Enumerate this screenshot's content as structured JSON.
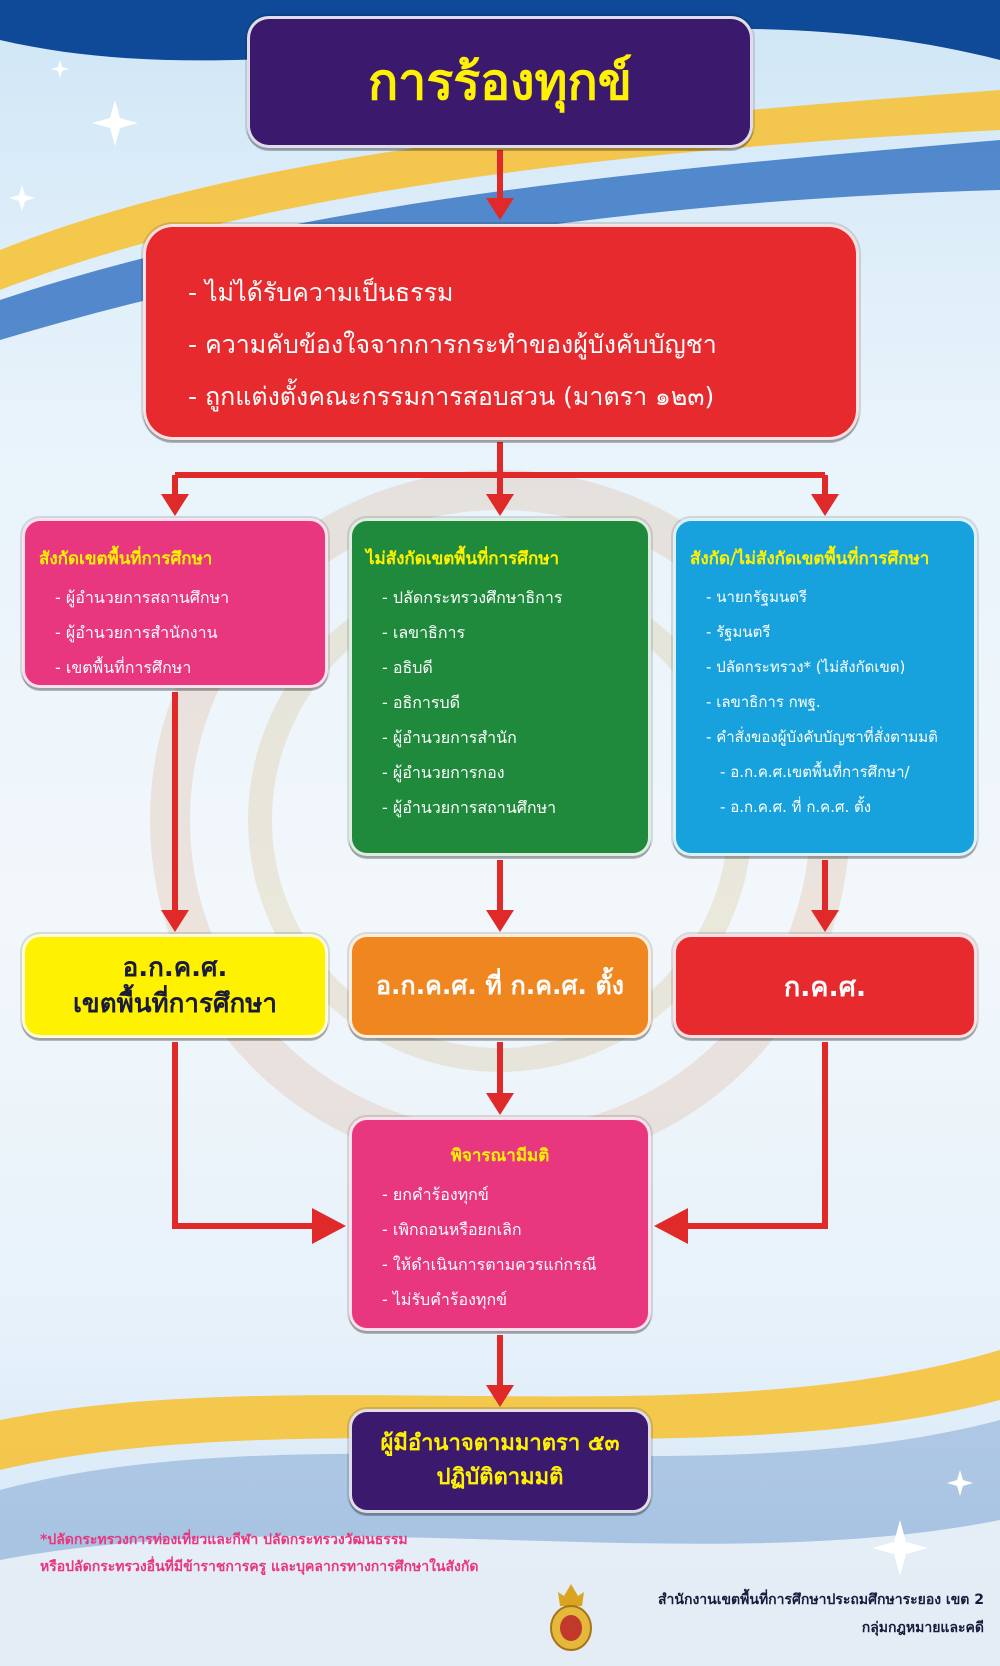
{
  "title": "การร้องทุกข์",
  "grounds": [
    "ไม่ได้รับความเป็นธรรม",
    "ความคับข้องใจจากการกระทำของผู้บังคับบัญชา",
    "ถูกแต่งตั้งคณะกรรมการสอบสวน (มาตรา ๑๒๓)"
  ],
  "branches": [
    {
      "heading": "สังกัดเขตพื้นที่การศึกษา",
      "items": [
        "ผู้อำนวยการสถานศึกษา",
        "ผู้อำนวยการสำนักงาน",
        "เขตพื้นที่การศึกษา"
      ]
    },
    {
      "heading": "ไม่สังกัดเขตพื้นที่การศึกษา",
      "items": [
        "ปลัดกระทรวงศึกษาธิการ",
        "เลขาธิการ",
        "อธิบดี",
        "อธิการบดี",
        "ผู้อำนวยการสำนัก",
        "ผู้อำนวยการกอง",
        "ผู้อำนวยการสถานศึกษา"
      ]
    },
    {
      "heading": "สังกัด/ไม่สังกัดเขตพื้นที่การศึกษา",
      "items": [
        "นายกรัฐมนตรี",
        "รัฐมนตรี",
        "ปลัดกระทรวง* (ไม่สังกัดเขต)",
        "เลขาธิการ กพฐ.",
        "คำสั่งของผู้บังคับบัญชาที่สั่งตามมติ",
        "อ.ก.ค.ศ.เขตพื้นที่การศึกษา/",
        "อ.ก.ค.ศ. ที่ ก.ค.ศ. ตั้ง"
      ]
    }
  ],
  "committees": [
    {
      "line1": "อ.ก.ค.ศ.",
      "line2": "เขตพื้นที่การศึกษา"
    },
    {
      "line1": "อ.ก.ค.ศ. ที่ ก.ค.ศ. ตั้ง"
    },
    {
      "line1": "ก.ค.ศ."
    }
  ],
  "decision": {
    "heading": "พิจารณามีมติ",
    "items": [
      "ยกคำร้องทุกข์",
      "เพิกถอนหรือยกเลิก",
      "ให้ดำเนินการตามควรแก่กรณี",
      "ไม่รับคำร้องทุกข์"
    ]
  },
  "final": {
    "line1": "ผู้มีอำนาจตามมาตรา ๕๓",
    "line2": "ปฏิบัติตามมติ"
  },
  "footnote": {
    "line1": "*ปลัดกระทรวงการท่องเที่ยวและกีฬา ปลัดกระทรวงวัฒนธรรม",
    "line2": "หรือปลัดกระทรวงอื่นที่มีข้าราชการครู และบุคลากรทางการศึกษาในสังกัด"
  },
  "office": {
    "line1": "สำนักงานเขตพื้นที่การศึกษาประถมศึกษาระยอง เขต 2",
    "line2": "กลุ่มกฎหมายและคดี"
  },
  "colors": {
    "purple": "#3b1a6e",
    "red": "#e72a2e",
    "pink": "#e8367f",
    "green": "#1f8a3b",
    "blue": "#18a2dd",
    "yellow": "#fff200",
    "orange": "#f0861f",
    "arrow": "#e02a2a"
  }
}
